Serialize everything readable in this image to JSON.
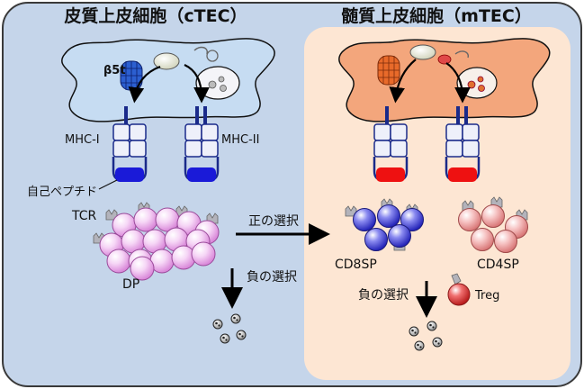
{
  "left_panel": {
    "title": "皮質上皮細胞（cTEC）",
    "proteasome_label": "β5t",
    "mhc1_label": "MHC-I",
    "mhc2_label": "MHC-II",
    "self_peptide_label": "自己ペプチド",
    "tcr_label": "TCR",
    "dp_label": "DP",
    "negative_selection_label": "負の選択"
  },
  "center": {
    "positive_selection_label": "正の選択"
  },
  "right_panel": {
    "title": "髄質上皮細胞（mTEC）",
    "cd8sp_label": "CD8SP",
    "cd4sp_label": "CD4SP",
    "negative_selection_label": "負の選択",
    "treg_label": "Treg"
  },
  "colors": {
    "background": "#c5d5ea",
    "border": "#3a3a3a",
    "ctec_cell": "#c6dcf2",
    "mtec_panel": "#fde6d3",
    "mtec_cell": "#f3a67c",
    "mhc_stroke": "#1a2a8a",
    "mhc_fill": "#eef0fa",
    "peptide_blue": "#1a1ad8",
    "peptide_red": "#ee1111",
    "dp_cell": "#f2c2f2",
    "cd8_cell": "#6d6de6",
    "cd4_cell": "#f4b0b0",
    "treg_cell": "#e04848",
    "tcr": "#b3b3bb"
  }
}
